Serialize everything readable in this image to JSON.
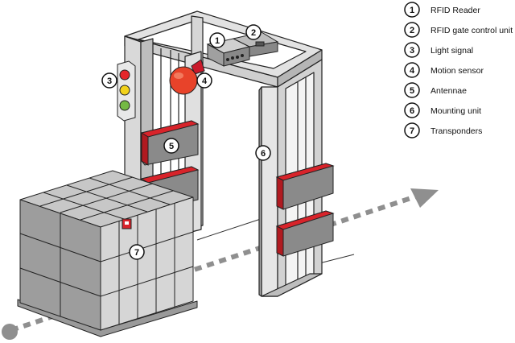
{
  "legend": [
    {
      "num": "1",
      "label": "RFID Reader"
    },
    {
      "num": "2",
      "label": "RFID gate control unit"
    },
    {
      "num": "3",
      "label": "Light signal"
    },
    {
      "num": "4",
      "label": "Motion sensor"
    },
    {
      "num": "5",
      "label": "Antennae"
    },
    {
      "num": "6",
      "label": "Mounting unit"
    },
    {
      "num": "7",
      "label": "Transponders"
    }
  ],
  "colors": {
    "frame": "#e2e2e2",
    "frame_dark": "#9a9a9a",
    "antenna_red": "#d8232a",
    "antenna_grey": "#8a8a8a",
    "box_light": "#c7c7c7",
    "box_mid": "#9d9d9d",
    "box_dark": "#7b7b7b",
    "sensor": "#e8432a",
    "light_red": "#e4262a",
    "light_yellow": "#f2d21b",
    "light_green": "#74b944",
    "path": "#8f8f8f"
  },
  "icons": [
    "traffic-light-icon",
    "motion-sensor-icon",
    "rfid-reader-icon",
    "control-unit-icon",
    "transponder-tag-icon"
  ]
}
